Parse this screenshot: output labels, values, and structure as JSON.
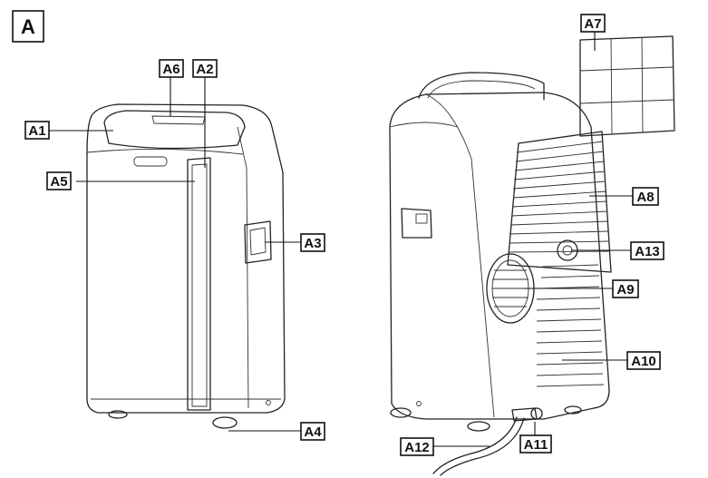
{
  "figure": {
    "letter": "A"
  },
  "callouts": {
    "a1": "A1",
    "a2": "A2",
    "a3": "A3",
    "a4": "A4",
    "a5": "A5",
    "a6": "A6",
    "a7": "A7",
    "a8": "A8",
    "a9": "A9",
    "a10": "A10",
    "a11": "A11",
    "a12": "A12",
    "a13": "A13"
  }
}
